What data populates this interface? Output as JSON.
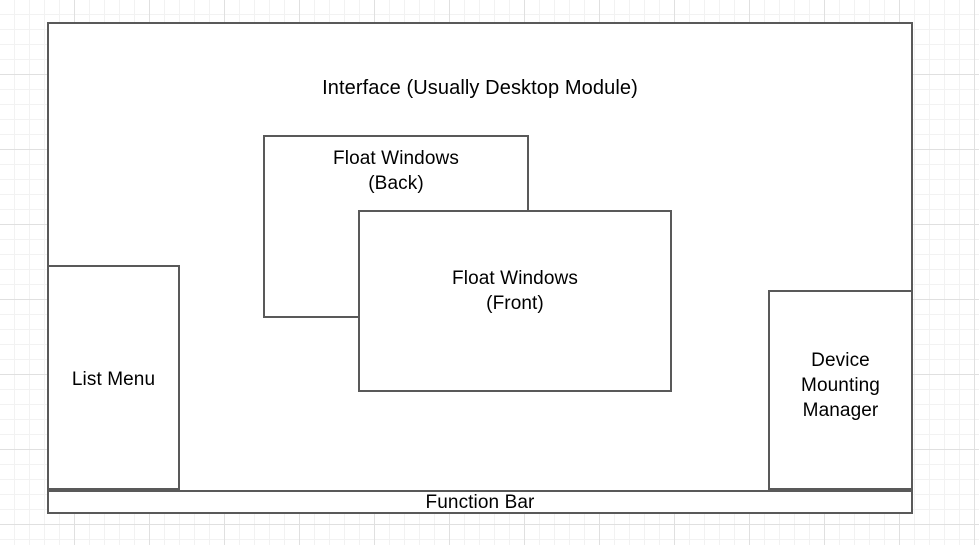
{
  "diagram": {
    "title": "Interface (Usually Desktop Module)",
    "background": {
      "grid_minor_color": "#f2f2f2",
      "grid_major_color": "#e0e0e0",
      "page_color": "#ffffff"
    },
    "style": {
      "border_color": "#595959",
      "text_color": "#000000"
    },
    "nodes": {
      "interface": {
        "label": "Interface (Usually Desktop Module)"
      },
      "list_menu": {
        "label": "List Menu"
      },
      "float_back": {
        "label": "Float Windows\n(Back)"
      },
      "float_front": {
        "label": "Float Windows\n(Front)"
      },
      "device_manager": {
        "label": "Device\nMounting\nManager"
      },
      "function_bar": {
        "label": "Function Bar"
      }
    }
  }
}
